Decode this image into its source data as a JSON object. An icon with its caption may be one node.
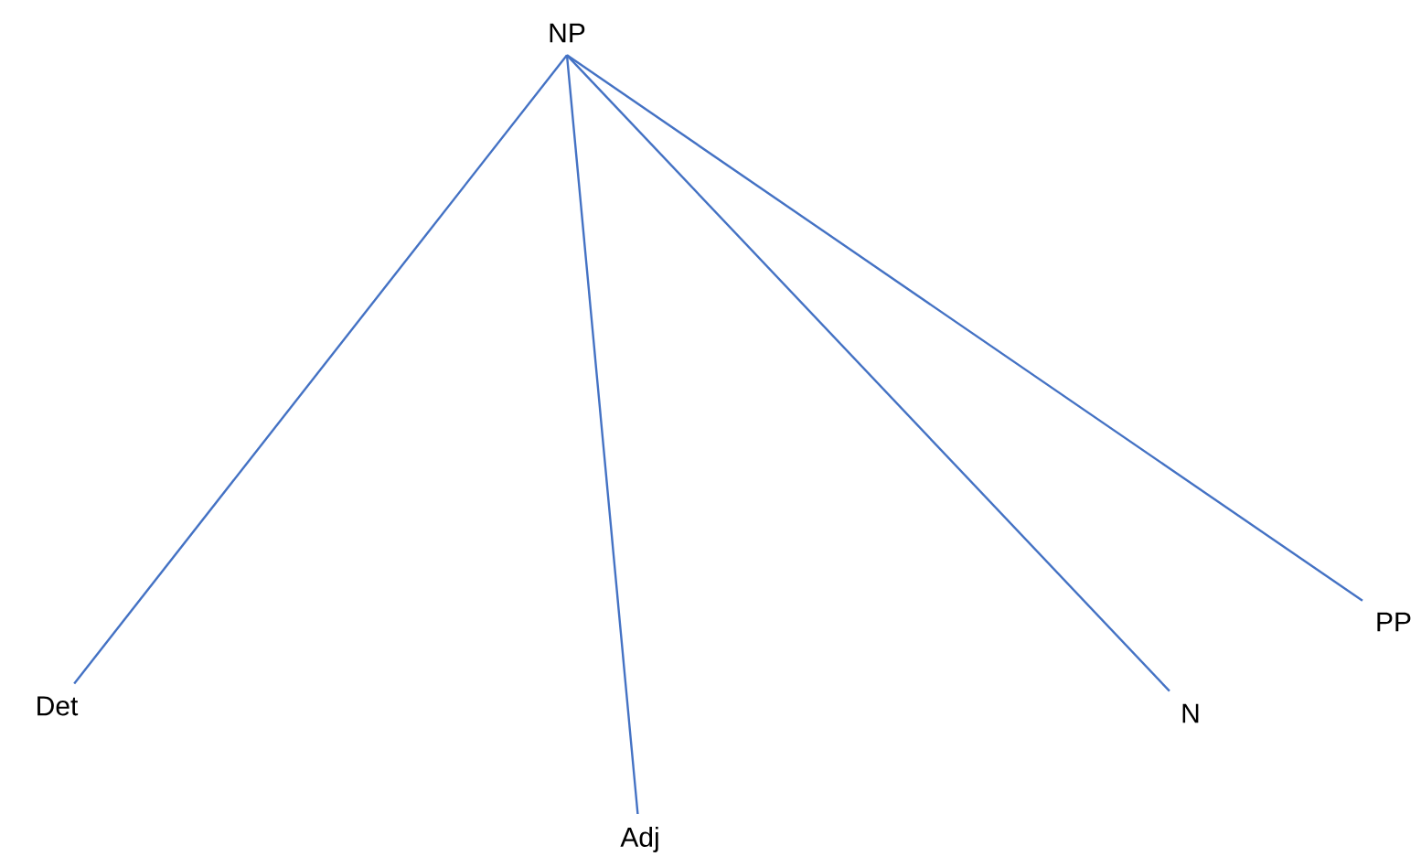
{
  "diagram": {
    "nodes": [
      {
        "text": [
          "NP"
        ]
      },
      {
        "text": [
          "Det"
        ]
      },
      {
        "text": [
          "Adj"
        ]
      },
      {
        "text": [
          "N"
        ]
      },
      {
        "text": [
          "PP"
        ]
      }
    ],
    "edges": [
      {
        "from": 0,
        "to": 1,
        "arrow": "none"
      },
      {
        "from": 0,
        "to": 2,
        "arrow": "none"
      },
      {
        "from": 0,
        "to": 3,
        "arrow": "none"
      },
      {
        "from": 0,
        "to": 4,
        "arrow": "none"
      }
    ]
  }
}
